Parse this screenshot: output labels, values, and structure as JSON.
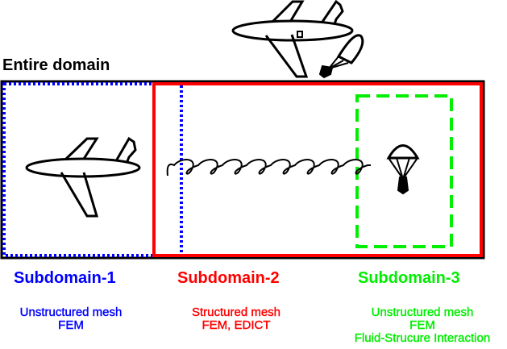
{
  "title": "Entire domain",
  "colors": {
    "sub1": "#0000ff",
    "sub2": "#ff0000",
    "sub3": "#00ee00",
    "outline": "#000000"
  },
  "subdomains": [
    {
      "name": "Subdomain-1",
      "lines": [
        "Unstructured mesh",
        "FEM"
      ]
    },
    {
      "name": "Subdomain-2",
      "lines": [
        "Structured mesh",
        "FEM, EDICT"
      ]
    },
    {
      "name": "Subdomain-3",
      "lines": [
        "Unstructured mesh",
        "FEM",
        "Fluid-Strucure Interaction"
      ]
    }
  ],
  "icons": [
    "airplane-icon",
    "parachute-icon",
    "wake-vortex-icon"
  ]
}
